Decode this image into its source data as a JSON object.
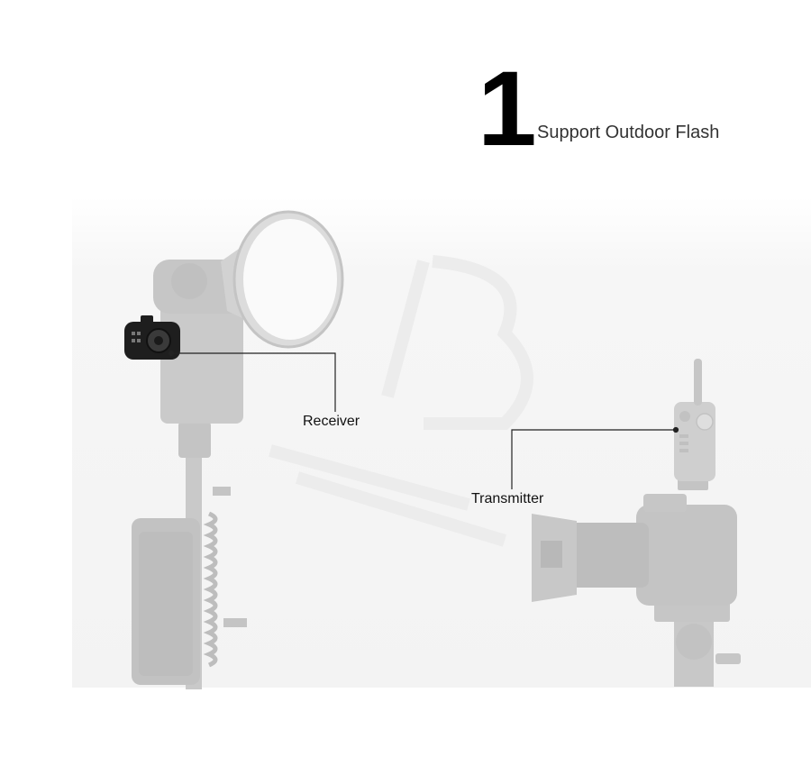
{
  "feature": {
    "number": "1",
    "title": "Support Outdoor Flash"
  },
  "callouts": {
    "receiver": "Receiver",
    "transmitter": "Transmitter"
  },
  "colors": {
    "photo_background": "#f5f5f5",
    "gear_gray": "#c9c9c9",
    "receiver_unit": "#1e1e1e",
    "callout_line": "#222222"
  }
}
